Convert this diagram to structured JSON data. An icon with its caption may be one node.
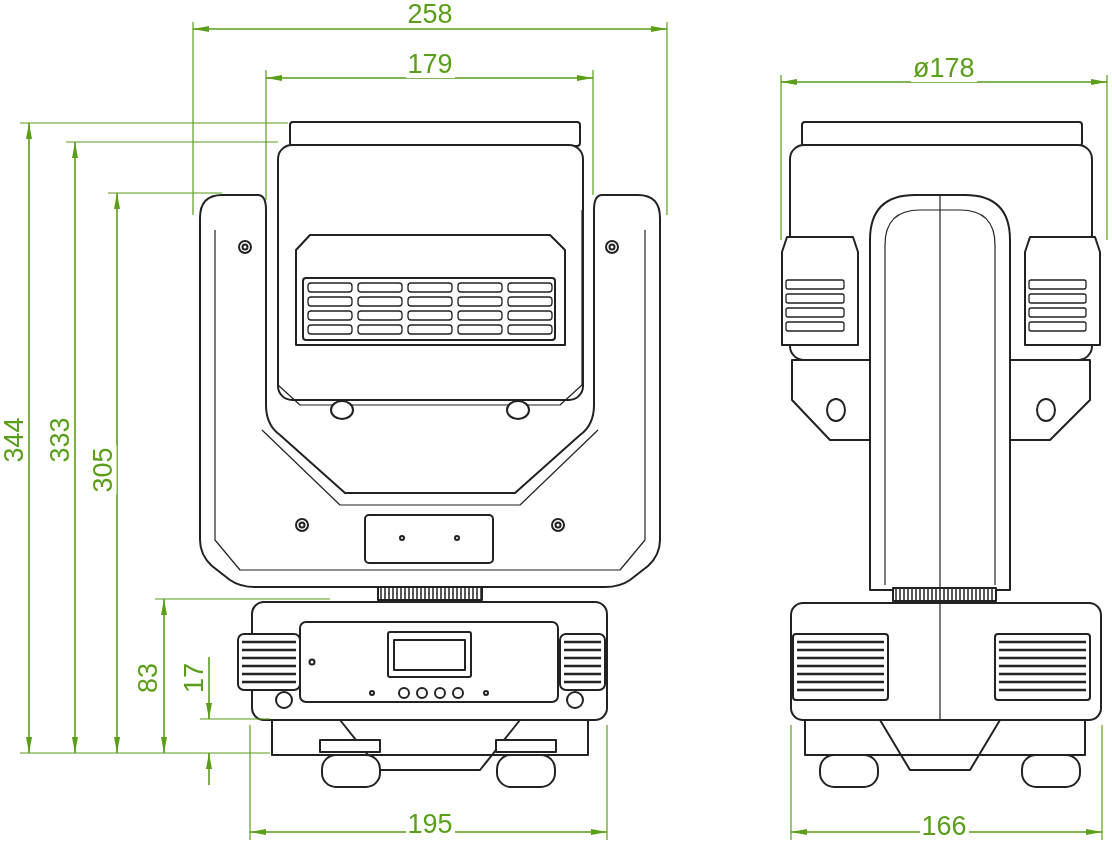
{
  "diagram": {
    "labels": [
      "258",
      "179",
      "ø178",
      "344",
      "333",
      "305",
      "83",
      "17",
      "195",
      "166"
    ]
  }
}
